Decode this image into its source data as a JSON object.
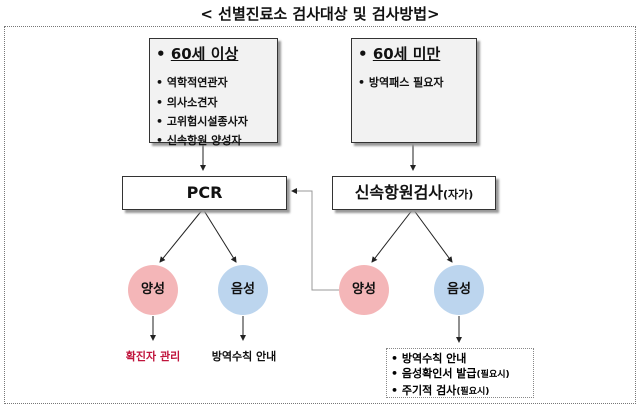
{
  "title": "< 선별진료소 검사대상 및 검사방법>",
  "left_box": {
    "header": "60세 이상",
    "items": [
      "역학적연관자",
      "의사소견자",
      "고위험시설종사자",
      "신속항원 양성자"
    ]
  },
  "right_box": {
    "header": "60세 미만",
    "items": [
      "방역패스 필요자"
    ]
  },
  "pcr": {
    "label": "PCR"
  },
  "rapid": {
    "label": "신속항원검사",
    "suffix": "(자가)"
  },
  "circles": {
    "pcr_positive": "양성",
    "pcr_negative": "음성",
    "rapid_positive": "양성",
    "rapid_negative": "음성"
  },
  "outcomes": {
    "positive": "확진자 관리",
    "negative": "방역수칙 안내"
  },
  "rapid_negative_notes": [
    {
      "text": "방역수칙 안내",
      "suffix": ""
    },
    {
      "text": "음성확인서 발급",
      "suffix": "(필요시)"
    },
    {
      "text": "주기적 검사",
      "suffix": "(필요시)"
    }
  ],
  "colors": {
    "positive": "#f4b6b8",
    "negative": "#bcd5ee",
    "alert_text": "#c0143c"
  }
}
